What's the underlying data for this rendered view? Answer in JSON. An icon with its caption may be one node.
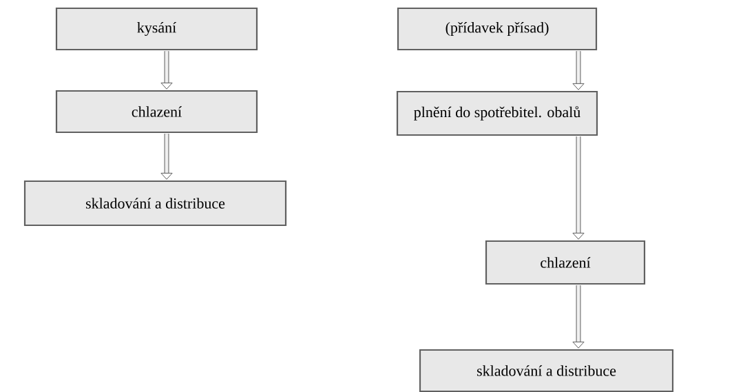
{
  "diagram": {
    "nodes": [
      {
        "text": [
          "kysání"
        ]
      },
      {
        "text": [
          "chlazení"
        ]
      },
      {
        "text": [
          "skladování a distribuce"
        ]
      },
      {
        "text": [
          "(přídavek přísad)"
        ]
      },
      {
        "text": [
          "plnění do spotřebitel. obalů"
        ]
      },
      {
        "text": [
          "chlazení"
        ]
      },
      {
        "text": [
          "skladování a distribuce"
        ]
      }
    ],
    "edges": [
      {
        "from": 0,
        "to": 1,
        "arrow": "to"
      },
      {
        "from": 1,
        "to": 2,
        "arrow": "to"
      },
      {
        "from": 3,
        "to": 4,
        "arrow": "to"
      },
      {
        "from": 4,
        "to": 5,
        "arrow": "to"
      },
      {
        "from": 5,
        "to": 6,
        "arrow": "to"
      }
    ]
  }
}
